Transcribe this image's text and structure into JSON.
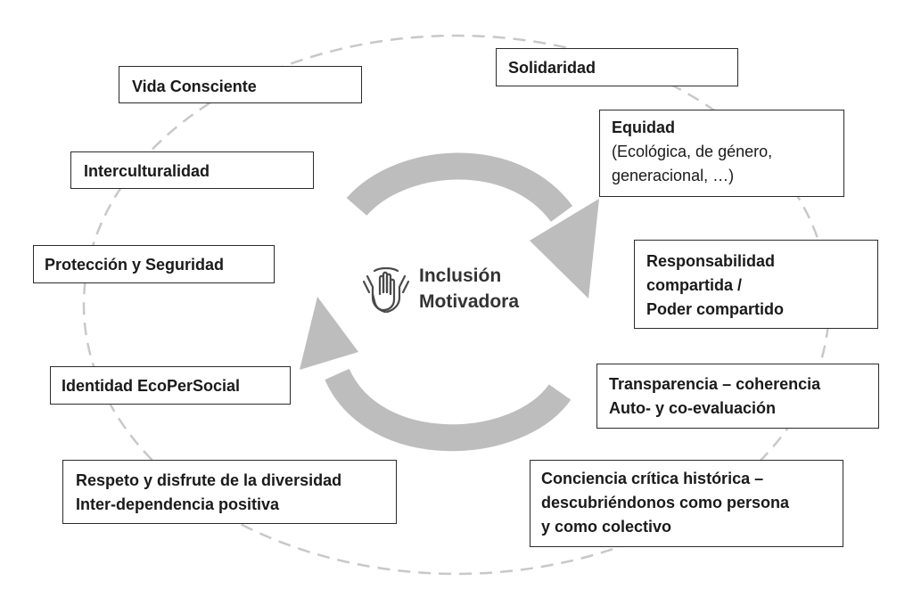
{
  "center": {
    "title_lines": [
      "Inclusión",
      "Motivadora"
    ],
    "icon": "raised-hands-icon"
  },
  "boxes": {
    "vida_consciente": [
      "Vida Consciente"
    ],
    "interculturalidad": [
      "Interculturalidad"
    ],
    "proteccion": [
      "Protección y Seguridad"
    ],
    "identidad": [
      "Identidad EcoPerSocial"
    ],
    "respeto": [
      "Respeto y disfrute de la diversidad",
      "Inter-dependencia positiva"
    ],
    "solidaridad": [
      "Solidaridad"
    ],
    "equidad": [
      "Equidad",
      "(Ecológica, de género,",
      "generacional, …)"
    ],
    "responsabilidad": [
      "Responsabilidad",
      "compartida /",
      "Poder compartido"
    ],
    "transparencia": [
      "Transparencia – coherencia",
      "Auto- y co-evaluación"
    ],
    "conciencia": [
      "Conciencia crítica histórica –",
      "descubriéndonos como persona",
      "y como colectivo"
    ]
  },
  "colors": {
    "cycle_arrows": "#bdbdbd",
    "dashed_ring": "#c8c8c8",
    "box_border": "#2b2b2b"
  }
}
